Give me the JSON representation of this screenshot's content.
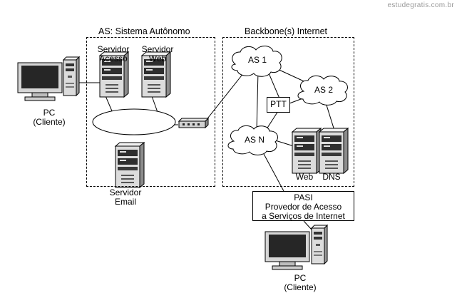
{
  "watermark": "estudegratis.com.br",
  "as_box": {
    "title": "AS: Sistema Autônomo"
  },
  "backbone_box": {
    "title": "Backbone(s) Internet"
  },
  "nodes": {
    "pc_left": {
      "line1": "PC",
      "line2": "(Cliente)"
    },
    "servidor_acesso": {
      "line1": "Servidor",
      "line2": "Acesso"
    },
    "servidor_web": {
      "line1": "Servidor",
      "line2": "Web"
    },
    "servidor_email": {
      "line1": "Servidor",
      "line2": "Email"
    },
    "as1": {
      "label": "AS 1"
    },
    "as2": {
      "label": "AS 2"
    },
    "asn": {
      "label": "AS N"
    },
    "ptt": {
      "label": "PTT"
    },
    "web": {
      "label": "Web"
    },
    "dns": {
      "label": "DNS"
    },
    "pasi": {
      "line1": "PASI",
      "line2": "Provedor de Acesso",
      "line3": "a Serviços de Internet"
    },
    "pc_bottom": {
      "line1": "PC",
      "line2": "(Cliente)"
    }
  }
}
